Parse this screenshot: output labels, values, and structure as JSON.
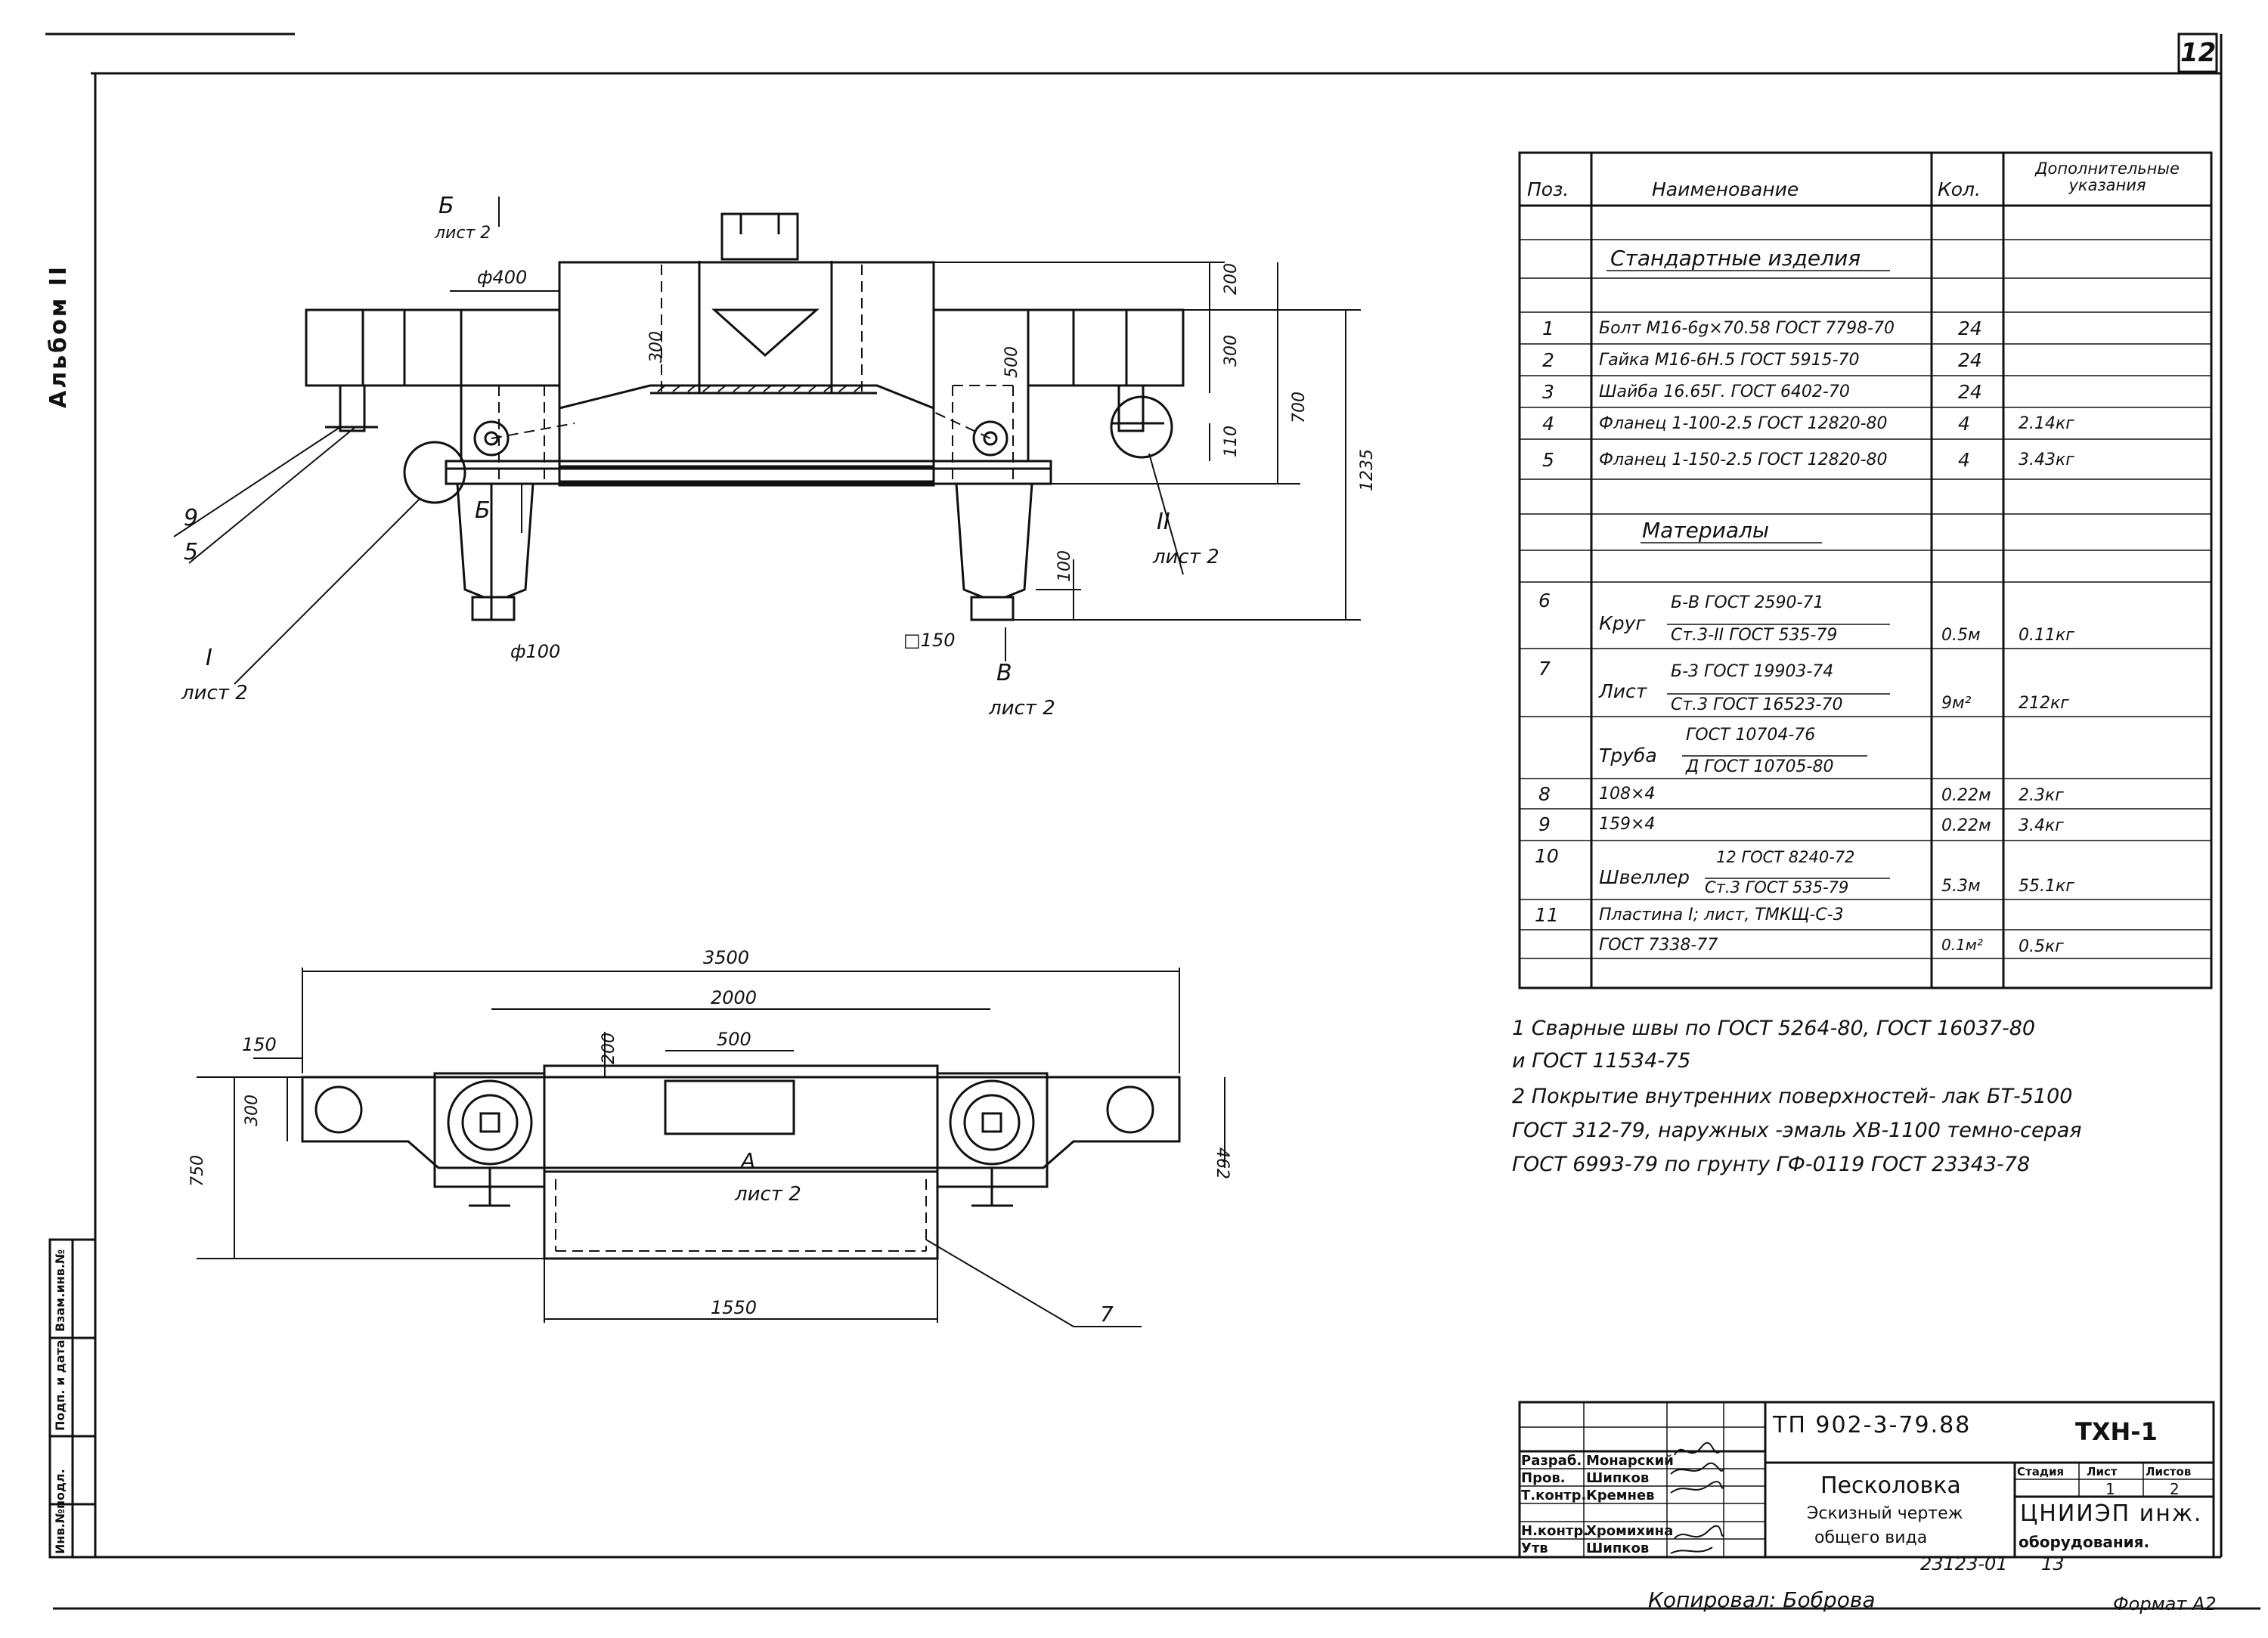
{
  "page": {
    "sheet_number": "12",
    "album": "Альбом II",
    "copied_by": "Копировал: Боброва",
    "format": "Формат А2",
    "side_stamp": [
      "Инв.№подл.",
      "Подп. и дата",
      "Взам.инв.№"
    ]
  },
  "drawing_top": {
    "labels": {
      "section_b": "Б",
      "section_b_sheet": "лист 2",
      "dia_400": "ф400",
      "dia_100": "ф100",
      "sq_150": "□150",
      "section_v": "В",
      "section_v_sheet": "лист 2",
      "node_1": "I",
      "node_1_sheet": "лист 2",
      "node_2": "II",
      "node_2_sheet": "лист 2",
      "b_small": "Б",
      "pos_9": "9",
      "pos_5": "5"
    },
    "dims": [
      "200",
      "300",
      "700",
      "1235",
      "110",
      "500",
      "300",
      "100"
    ]
  },
  "drawing_plan": {
    "dims": [
      "3500",
      "2000",
      "500",
      "200",
      "150",
      "300",
      "750",
      "462",
      "1550"
    ],
    "view_a": "А",
    "view_a_sheet": "лист 2",
    "pos_7": "7"
  },
  "spec_table": {
    "headers": [
      "Поз.",
      "Наименование",
      "Кол.",
      "Дополнительные указания"
    ],
    "section_standard": "Стандартные изделия",
    "section_materials": "Материалы",
    "rows": [
      {
        "pos": "1",
        "name": "Болт М16-6g×70.58 ГОСТ 7798-70",
        "qty": "24",
        "note": ""
      },
      {
        "pos": "2",
        "name": "Гайка М16-6Н.5 ГОСТ 5915-70",
        "qty": "24",
        "note": ""
      },
      {
        "pos": "3",
        "name": "Шайба 16.65Г. ГОСТ 6402-70",
        "qty": "24",
        "note": ""
      },
      {
        "pos": "4",
        "name": "Фланец 1-100-2.5 ГОСТ 12820-80",
        "qty": "4",
        "note": "2.14кг"
      },
      {
        "pos": "5",
        "name": "Фланец 1-150-2.5 ГОСТ 12820-80",
        "qty": "4",
        "note": "3.43кг"
      }
    ],
    "materials": [
      {
        "pos": "6",
        "prefix": "Круг",
        "top": "Б-В ГОСТ 2590-71",
        "bottom": "Ст.3-II ГОСТ 535-79",
        "qty": "0.5м",
        "note": "0.11кг"
      },
      {
        "pos": "7",
        "prefix": "Лист",
        "top": "Б-3 ГОСТ 19903-74",
        "bottom": "Ст.3 ГОСТ 16523-70",
        "qty": "9м²",
        "note": "212кг"
      },
      {
        "pos": "",
        "prefix": "Труба",
        "top": "ГОСТ 10704-76",
        "bottom": "Д ГОСТ 10705-80",
        "qty": "",
        "note": ""
      },
      {
        "pos": "8",
        "prefix": "",
        "top": "",
        "bottom": "108×4",
        "qty": "0.22м",
        "note": "2.3кг"
      },
      {
        "pos": "9",
        "prefix": "",
        "top": "",
        "bottom": "159×4",
        "qty": "0.22м",
        "note": "3.4кг"
      },
      {
        "pos": "10",
        "prefix": "Швеллер",
        "top": "12 ГОСТ 8240-72",
        "bottom": "Ст.3 ГОСТ 535-79",
        "qty": "5.3м",
        "note": "55.1кг"
      },
      {
        "pos": "11",
        "prefix": "",
        "top": "",
        "bottom": "Пластина I; лист, ТМКЩ-С-3",
        "qty": "",
        "note": ""
      },
      {
        "pos": "",
        "prefix": "",
        "top": "",
        "bottom": "ГОСТ 7338-77",
        "qty": "0.1м²",
        "note": "0.5кг"
      }
    ]
  },
  "notes": [
    "1  Сварные швы по ГОСТ 5264-80, ГОСТ 16037-80",
    "    и ГОСТ 11534-75",
    "2  Покрытие внутренних поверхностей- лак БТ-5100",
    "    ГОСТ 312-79, наружных -эмаль ХВ-1100 темно-серая",
    "    ГОСТ 6993-79 по грунту ГФ-0119 ГОСТ 23343-78"
  ],
  "title_block": {
    "code": "ТП 902-3-79.88",
    "mark": "ТХН-1",
    "title": "Песколовка",
    "subtitle_1": "Эскизный чертеж",
    "subtitle_2": "общего вида",
    "org": "ЦНИИЭП инж.",
    "org_2": "оборудования.",
    "stage_h": "Стадия",
    "sheet_h": "Лист",
    "sheets_h": "Листов",
    "sheet": "1",
    "sheets": "2",
    "archive": "23123-01",
    "archive_2": "13",
    "people": [
      {
        "role": "Разраб.",
        "name": "Монарский"
      },
      {
        "role": "Пров.",
        "name": "Шипков"
      },
      {
        "role": "Т.контр.",
        "name": "Кремнев"
      },
      {
        "role": "",
        "name": ""
      },
      {
        "role": "Н.контр.",
        "name": "Хромихина"
      },
      {
        "role": "Утв",
        "name": "Шипков"
      }
    ]
  }
}
